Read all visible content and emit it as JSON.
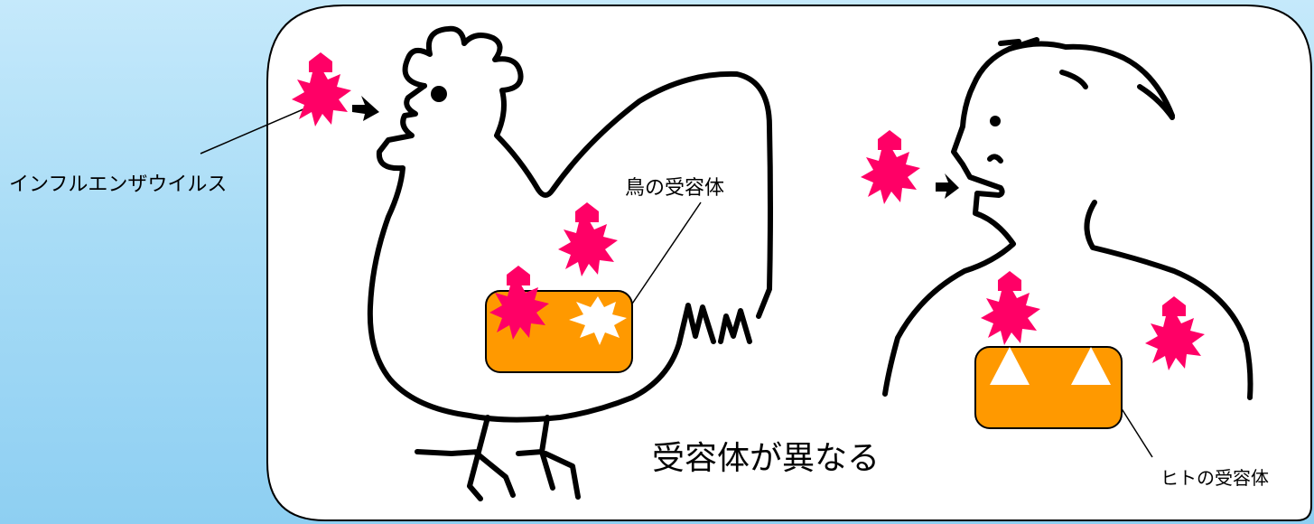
{
  "labels": {
    "virus": "インフルエンザウイルス",
    "bird_receptor": "鳥の受容体",
    "human_receptor": "ヒトの受容体",
    "caption": "受容体が異なる"
  },
  "colors": {
    "background_top": "#c5e9fb",
    "background_bottom": "#8ecff2",
    "panel": "#ffffff",
    "virus": "#ff0066",
    "receptor_box": "#ff9900",
    "receptor_shape": "#ffffff",
    "outline": "#000000"
  }
}
